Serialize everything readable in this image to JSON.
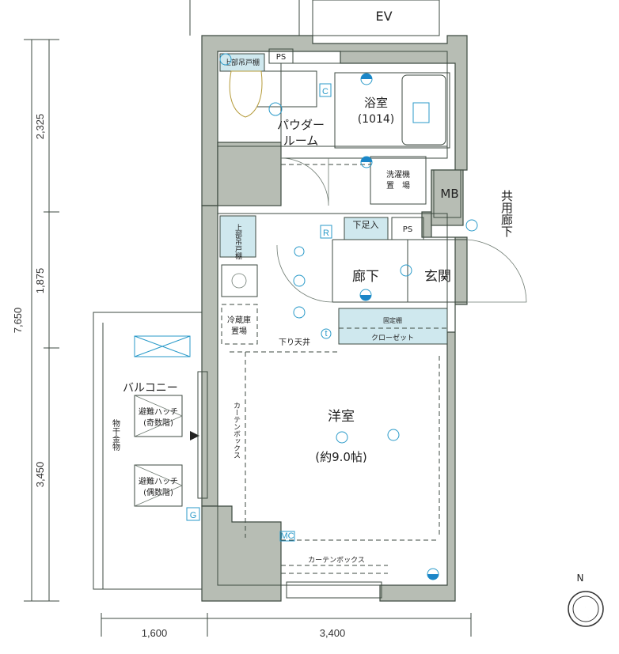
{
  "dimensions": {
    "vertical_total": "7,650",
    "vertical_segments": [
      "2,325",
      "1,875",
      "3,450"
    ],
    "horizontal_segments": [
      "1,600",
      "3,400"
    ]
  },
  "rooms": {
    "ev": "EV",
    "ps_top": "PS",
    "ps_entry": "PS",
    "mb": "MB",
    "toilet_cabinet": "上部吊戸棚",
    "powder_room_line1": "パウダー",
    "powder_room_line2": "ルーム",
    "bathroom": "浴室",
    "bathroom_size": "(1014)",
    "washer_line1": "洗濯機",
    "washer_line2": "置　場",
    "kitchen_cabinet": "上部吊戸棚",
    "fridge_line1": "冷蔵庫",
    "fridge_line2": "置場",
    "shoe_storage": "下足入",
    "hallway": "廊下",
    "entrance": "玄関",
    "common_corridor": "共用廊下",
    "fixed_shelf": "固定棚",
    "closet": "クローゼット",
    "lowered_ceiling": "下り天井",
    "western_room": "洋室",
    "western_room_size": "(約9.0帖)",
    "curtain_box_vertical": "カーテンボックス",
    "curtain_box_bottom": "カーテンボックス",
    "balcony": "バルコニー",
    "drying_hardware": "物干金物",
    "hatch_odd_line1": "避難ハッチ",
    "hatch_odd_line2": "(奇数階)",
    "hatch_even_line1": "避難ハッチ",
    "hatch_even_line2": "(偶数階)"
  },
  "symbols": {
    "c": "C",
    "r": "R",
    "g": "G",
    "mc": "MC",
    "t": "t",
    "compass_north": "N"
  },
  "colors": {
    "wall": "#b7bdb4",
    "fixture": "#cfe8ee",
    "electrical": "#2a9ac9"
  }
}
